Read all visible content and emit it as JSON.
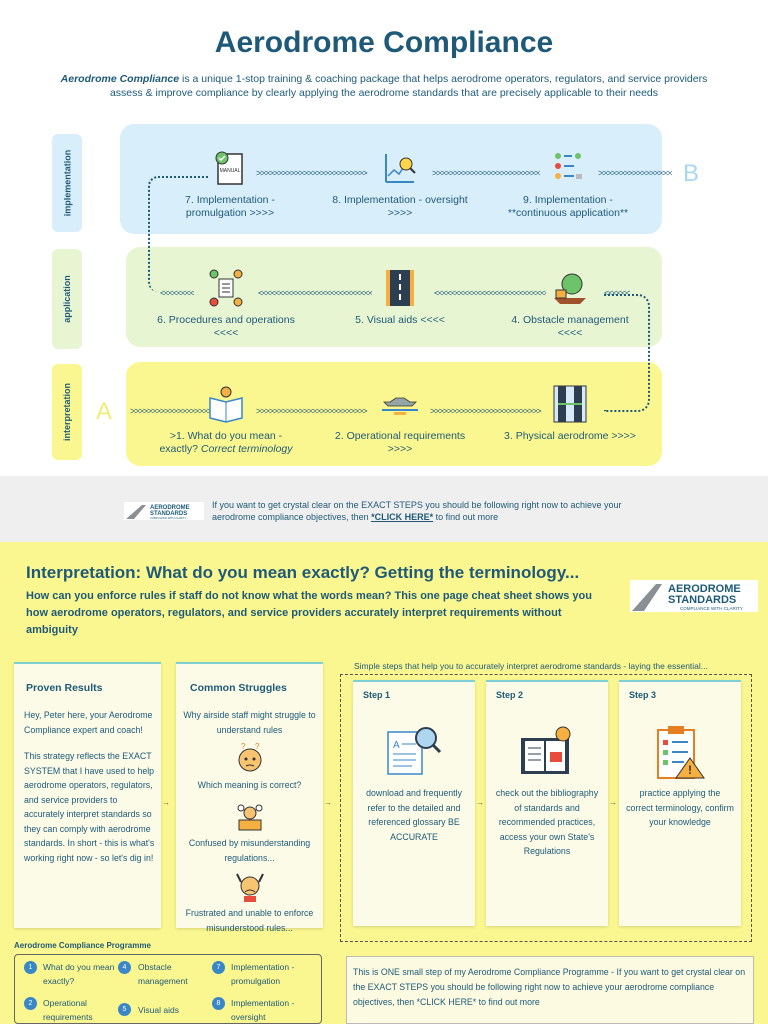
{
  "header": {
    "title": "Aerodrome Compliance",
    "intro_brand": "Aerodrome Compliance",
    "intro_rest": " is a unique 1-stop training & coaching package that helps aerodrome operators, regulators, and service providers assess & improve compliance by clearly applying the aerodrome standards that are precisely applicable to their needs"
  },
  "roadmap": {
    "lanes": {
      "implementation": "implementation",
      "application": "application",
      "interpretation": "interpretation"
    },
    "start_mark": "A",
    "end_mark": "B",
    "nodes": {
      "n7": "7. Implementation - promulgation >>>>",
      "n8": "8. Implementation - oversight >>>>",
      "n9": "9. Implementation - **continuous application**",
      "n6": "6. Procedures and operations <<<<",
      "n5": "5. Visual aids <<<<",
      "n4": "4. Obstacle management <<<<",
      "n1a": ">1. What do you mean - exactly? ",
      "n1b": "Correct terminology",
      "n2": "2. Operational requirements >>>>",
      "n3": "3. Physical aerodrome >>>>"
    },
    "manual_icon_label": "MANUAL",
    "arrows_right": ">>>>>>>>>>>>>>>>>>>>>>>>>>",
    "arrows_left": "<<<<<<<<<<<<<<<<<<<<<<<<<<<<"
  },
  "cta_band": {
    "logo_line1": "AERODROME",
    "logo_line2": "STANDARDS",
    "logo_tag": "COMPLIANCE WITH CLARITY",
    "text_before": "If you want to get crystal clear on the EXACT STEPS you should be following right now to achieve your aerodrome compliance objectives, then ",
    "link": "*CLICK HERE*",
    "text_after": " to find out more"
  },
  "panel": {
    "title": "Interpretation: What do you mean exactly? Getting the terminology...",
    "subtitle": "How can you enforce rules if staff do not know what the words mean? This one page cheat sheet shows you how aerodrome operators, regulators, and service providers accurately interpret requirements without ambiguity",
    "logo_line1": "AERODROME",
    "logo_line2": "STANDARDS",
    "logo_tag": "COMPLIANCE WITH CLARITY",
    "proven": {
      "head": "Proven Results",
      "p1": "Hey, Peter here, your Aerodrome Compliance expert and coach!",
      "p2": "This strategy reflects the EXACT SYSTEM that I have used to help aerodrome operators, regulators, and service providers to accurately interpret standards so they can comply with aerodrome standards. In short - this is what's working right now - so let's dig in!"
    },
    "struggles": {
      "head": "Common Struggles",
      "s0": "Why airside staff might struggle to understand rules",
      "s1": "Which meaning is correct?",
      "s2": "Confused by misunderstanding regulations...",
      "s3": "Frustrated and unable to enforce misunderstood rules..."
    },
    "steps_title": "Simple steps that help you to accurately interpret aerodrome standards - laying the essential...",
    "steps": [
      {
        "head": "Step 1",
        "body": "download and frequently refer to the detailed and referenced glossary BE ACCURATE"
      },
      {
        "head": "Step 2",
        "body": "check out the bibliography of standards and recommended practices, access your own State's Regulations"
      },
      {
        "head": "Step 3",
        "body": "practice applying the correct terminology, confirm your knowledge"
      }
    ],
    "programme": {
      "title": "Aerodrome Compliance Programme",
      "items": [
        {
          "num": "1",
          "label": "What do you mean exactly?"
        },
        {
          "num": "2",
          "label": "Operational requirements"
        },
        {
          "num": "4",
          "label": "Obstacle management"
        },
        {
          "num": "5",
          "label": "Visual aids"
        },
        {
          "num": "7",
          "label": "Implementation - promulgation"
        },
        {
          "num": "8",
          "label": "Implementation - oversight"
        }
      ]
    },
    "cta2": "This is ONE small step of my Aerodrome Compliance Programme - If you want to get crystal clear on the EXACT STEPS you should be following right now to achieve your aerodrome compliance objectives, then *CLICK HERE* to find out more"
  },
  "colors": {
    "brand": "#1e5a78",
    "lane_blue": "#d9eefb",
    "lane_green": "#e8f5d3",
    "lane_yellow": "#fbf790",
    "accent_teal": "#7fd0d4"
  }
}
